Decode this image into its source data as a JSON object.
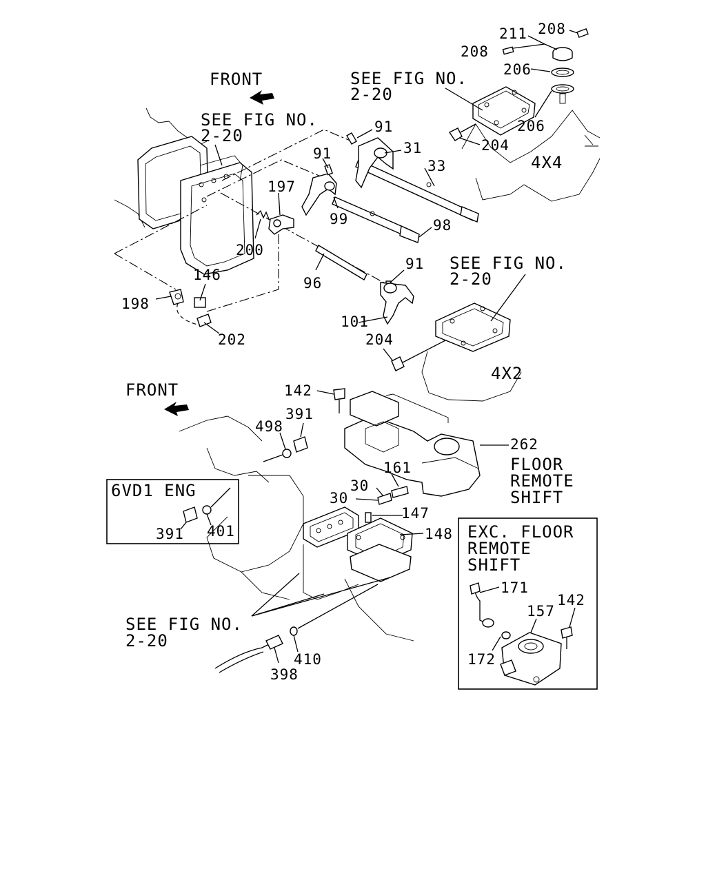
{
  "labels": {
    "front_top": "FRONT",
    "front_bottom": "FRONT",
    "see_fig_1a": "SEE FIG NO.",
    "see_fig_1b": "2-20",
    "see_fig_2a": "SEE FIG NO.",
    "see_fig_2b": "2-20",
    "see_fig_3a": "SEE FIG NO.",
    "see_fig_3b": "2-20",
    "see_fig_4a": "SEE FIG NO.",
    "see_fig_4b": "2-20",
    "variant_4x4": "4X4",
    "variant_4x2": "4X2",
    "floor_1": "FLOOR",
    "floor_2": "REMOTE",
    "floor_3": "SHIFT",
    "engine_box_title": "6VD1 ENG",
    "exc_1": "EXC. FLOOR",
    "exc_2": "REMOTE",
    "exc_3": "SHIFT"
  },
  "parts": {
    "p208a": "208",
    "p211": "211",
    "p208b": "208",
    "p206a": "206",
    "p206b": "206",
    "p204a": "204",
    "p91a": "91",
    "p91b": "91",
    "p31": "31",
    "p33": "33",
    "p197": "197",
    "p99": "99",
    "p98": "98",
    "p200": "200",
    "p91c": "91",
    "p96": "96",
    "p146": "146",
    "p198": "198",
    "p101": "101",
    "p202": "202",
    "p204b": "204",
    "p142a": "142",
    "p498": "498",
    "p391a": "391",
    "p262": "262",
    "p161": "161",
    "p30a": "30",
    "p30b": "30",
    "p147": "147",
    "p148": "148",
    "p391b": "391",
    "p401": "401",
    "p171": "171",
    "p157": "157",
    "p142b": "142",
    "p172": "172",
    "p410": "410",
    "p398": "398"
  }
}
